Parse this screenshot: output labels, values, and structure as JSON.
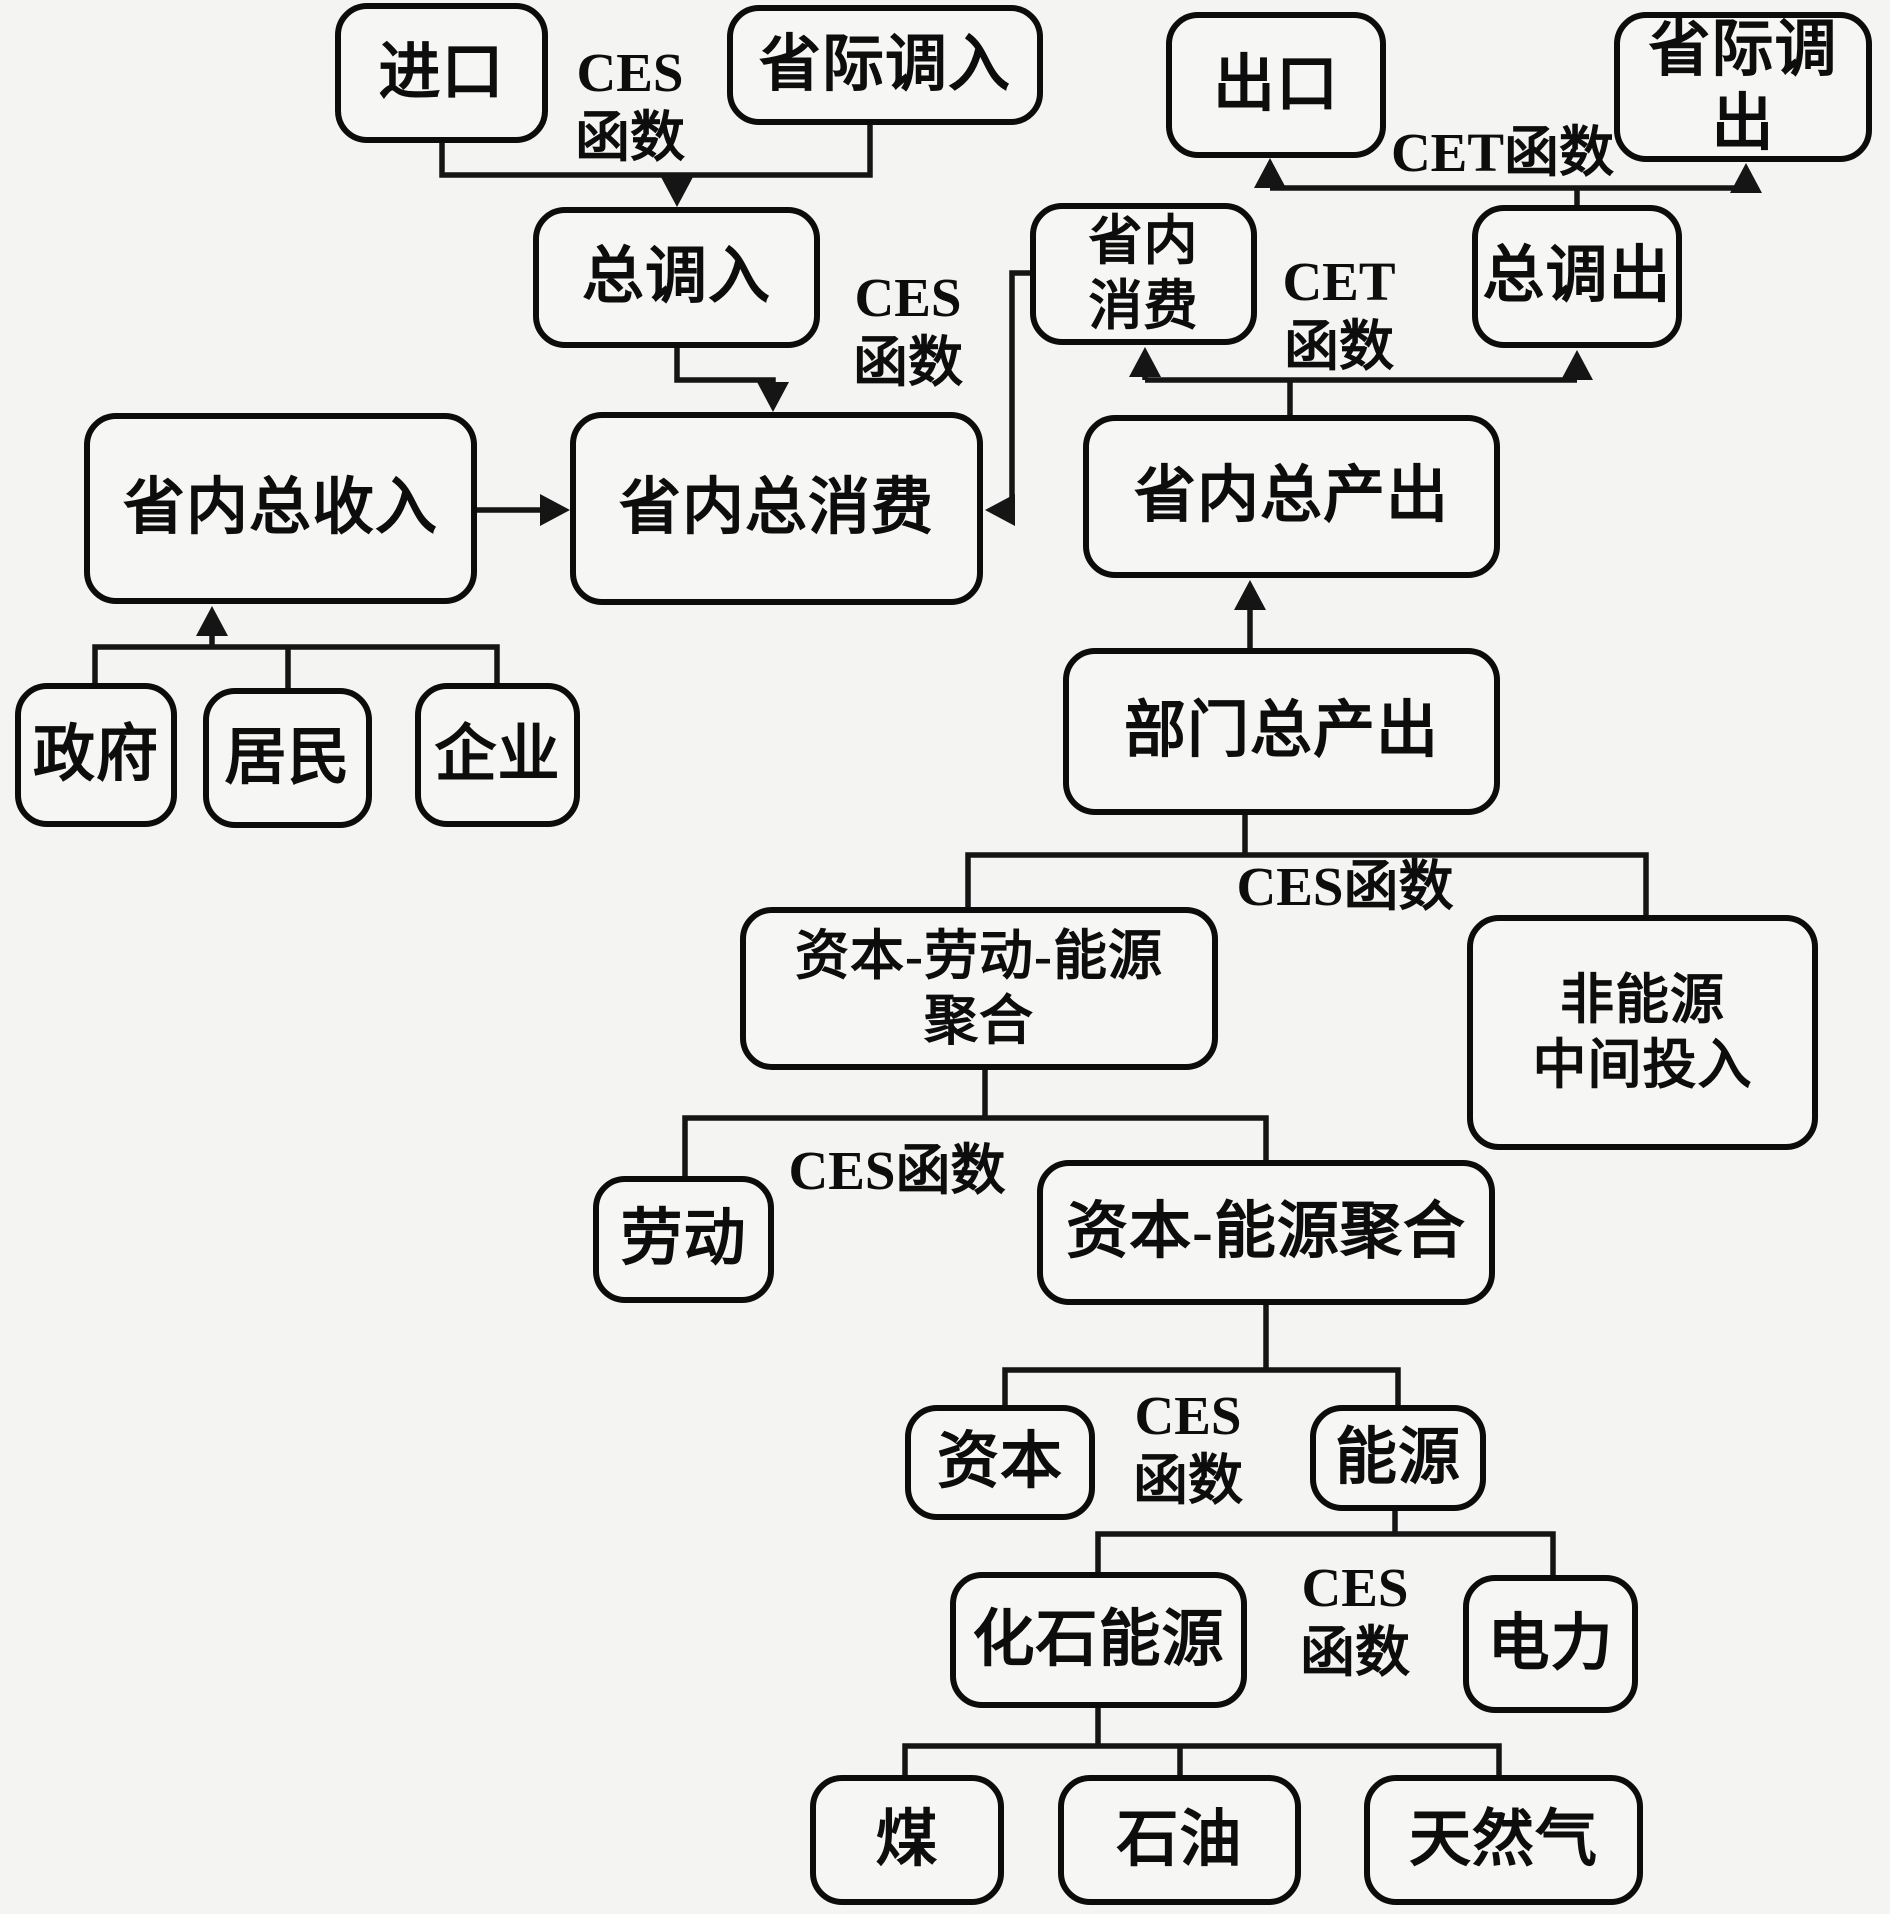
{
  "diagram": {
    "type": "flowchart",
    "language": "zh-CN",
    "colors": {
      "background": "#f4f4f2",
      "box_border": "#0c0c0c",
      "box_fill": "#f6f6f4",
      "line": "#151515",
      "text": "#0d0d0d"
    }
  },
  "nodes": [
    {
      "id": "import",
      "label": "进口"
    },
    {
      "id": "interprovincial-inflow",
      "label": "省际调入"
    },
    {
      "id": "export",
      "label": "出口"
    },
    {
      "id": "interprovincial-outflow",
      "label": "省际调出"
    },
    {
      "id": "total-inflow",
      "label": "总调入"
    },
    {
      "id": "provincial-consumption",
      "label": "省内\n消费"
    },
    {
      "id": "total-outflow",
      "label": "总调出"
    },
    {
      "id": "provincial-total-income",
      "label": "省内总收入"
    },
    {
      "id": "provincial-total-consumption",
      "label": "省内总消费"
    },
    {
      "id": "provincial-total-output",
      "label": "省内总产出"
    },
    {
      "id": "government",
      "label": "政府"
    },
    {
      "id": "residents",
      "label": "居民"
    },
    {
      "id": "enterprises",
      "label": "企业"
    },
    {
      "id": "sector-total-output",
      "label": "部门总产出"
    },
    {
      "id": "capital-labor-energy-aggregate",
      "label": "资本-劳动-能源\n聚合"
    },
    {
      "id": "non-energy-intermediate-input",
      "label": "非能源\n中间投入"
    },
    {
      "id": "labor",
      "label": "劳动"
    },
    {
      "id": "capital-energy-aggregate",
      "label": "资本-能源聚合"
    },
    {
      "id": "capital",
      "label": "资本"
    },
    {
      "id": "energy",
      "label": "能源"
    },
    {
      "id": "fossil-energy",
      "label": "化石能源"
    },
    {
      "id": "electricity",
      "label": "电力"
    },
    {
      "id": "coal",
      "label": "煤"
    },
    {
      "id": "oil",
      "label": "石油"
    },
    {
      "id": "natural-gas",
      "label": "天然气"
    }
  ],
  "function_labels": [
    {
      "id": "ces-top-left",
      "text": "CES\n函数"
    },
    {
      "id": "cet-top-right",
      "text": "CET函数"
    },
    {
      "id": "ces-inflow",
      "text": "CES\n函数"
    },
    {
      "id": "cet-middle",
      "text": "CET\n函数"
    },
    {
      "id": "ces-sector-split",
      "text": "CES函数"
    },
    {
      "id": "ces-kle-split",
      "text": "CES函数"
    },
    {
      "id": "ces-ke-split",
      "text": "CES\n函数"
    },
    {
      "id": "ces-energy-split",
      "text": "CES\n函数"
    }
  ],
  "edges": [
    {
      "from": "进口",
      "to": "总调入",
      "via": "CES函数",
      "arrow": true
    },
    {
      "from": "省际调入",
      "to": "总调入",
      "via": "CES函数",
      "arrow": true
    },
    {
      "from": "总调入",
      "to": "省内总消费",
      "via": "CES函数",
      "arrow": true
    },
    {
      "from": "省内总收入",
      "to": "省内总消费",
      "via": "",
      "arrow": true
    },
    {
      "from": "省内消费",
      "to": "省内总消费",
      "via": "",
      "arrow": true
    },
    {
      "from": "政府",
      "to": "省内总收入",
      "via": "",
      "arrow": true
    },
    {
      "from": "居民",
      "to": "省内总收入",
      "via": "",
      "arrow": true
    },
    {
      "from": "企业",
      "to": "省内总收入",
      "via": "",
      "arrow": true
    },
    {
      "from": "总调出",
      "to": "出口",
      "via": "CET函数",
      "arrow": true
    },
    {
      "from": "总调出",
      "to": "省际调出",
      "via": "CET函数",
      "arrow": true
    },
    {
      "from": "省内总产出",
      "to": "省内消费",
      "via": "CET函数",
      "arrow": true
    },
    {
      "from": "省内总产出",
      "to": "总调出",
      "via": "CET函数",
      "arrow": true
    },
    {
      "from": "部门总产出",
      "to": "省内总产出",
      "via": "",
      "arrow": true
    },
    {
      "from": "部门总产出",
      "to": "资本-劳动-能源聚合",
      "via": "CES函数",
      "arrow": false
    },
    {
      "from": "部门总产出",
      "to": "非能源中间投入",
      "via": "CES函数",
      "arrow": false
    },
    {
      "from": "资本-劳动-能源聚合",
      "to": "劳动",
      "via": "CES函数",
      "arrow": false
    },
    {
      "from": "资本-劳动-能源聚合",
      "to": "资本-能源聚合",
      "via": "CES函数",
      "arrow": false
    },
    {
      "from": "资本-能源聚合",
      "to": "资本",
      "via": "CES函数",
      "arrow": false
    },
    {
      "from": "资本-能源聚合",
      "to": "能源",
      "via": "CES函数",
      "arrow": false
    },
    {
      "from": "能源",
      "to": "化石能源",
      "via": "CES函数",
      "arrow": false
    },
    {
      "from": "能源",
      "to": "电力",
      "via": "CES函数",
      "arrow": false
    },
    {
      "from": "化石能源",
      "to": "煤",
      "via": "",
      "arrow": false
    },
    {
      "from": "化石能源",
      "to": "石油",
      "via": "",
      "arrow": false
    },
    {
      "from": "化石能源",
      "to": "天然气",
      "via": "",
      "arrow": false
    }
  ]
}
